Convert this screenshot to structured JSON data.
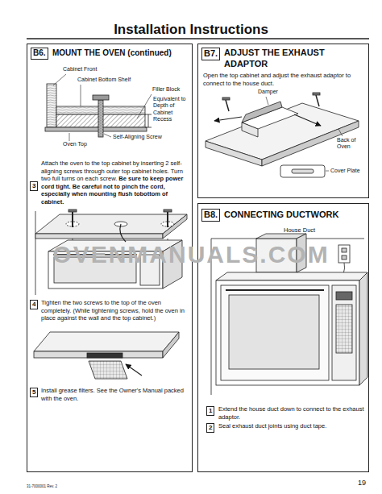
{
  "diagram": {
    "title": "Installation Instructions",
    "nodes": [
      {
        "text": [
          "MOUNT THE OVEN (continued)",
          "Attach the oven to the top cabinet by inserting 2 self-aligning screws through outer top cabinet holes. Turn two full turns on each screw.",
          "Be sure to keep power cord tight. Be careful not to pinch the cord, especially when mounting flush tobottom of cabinet.",
          "Tighten the two screws to the top of the oven completely. (While tightening screws, hold the oven in place against the wall and the top cabinet.)",
          "Install grease filters. See the Owner's Manual packed with the oven."
        ]
      },
      {
        "text": [
          "B6."
        ],
        "in": 0
      },
      {
        "text": [
          "3"
        ],
        "in": 0
      },
      {
        "text": [
          "4"
        ],
        "in": 0
      },
      {
        "text": [
          "5"
        ],
        "in": 0
      },
      {
        "text": [
          "ADJUST THE EXHAUST ADAPTOR",
          "Open the top cabinet and adjust the exhaust adaptor to connect to the house duct."
        ]
      },
      {
        "text": [
          "B7."
        ],
        "in": 5
      },
      {
        "text": [
          "CONNECTING DUCTWORK",
          "Extend the house duct down to connect to the exhaust adaptor.",
          "Seal exhaust duct joints using duct tape."
        ]
      },
      {
        "text": [
          "B8."
        ],
        "in": 7
      },
      {
        "text": [
          "1"
        ],
        "in": 7
      },
      {
        "text": [
          "2"
        ],
        "in": 7
      }
    ],
    "edges": [],
    "labels": [
      "Cabinet Front",
      "Cabinet Bottom Shelf",
      "Filler Block",
      "Equivalent to Depth of Cabinet Recess",
      "Oven Top",
      "Self-Aligning Screw",
      "Damper",
      "Back of Oven",
      "Cover Plate",
      "House Duct",
      "OVENMANUALS.COM",
      "31-7000001 Rev. 2",
      "19"
    ]
  }
}
